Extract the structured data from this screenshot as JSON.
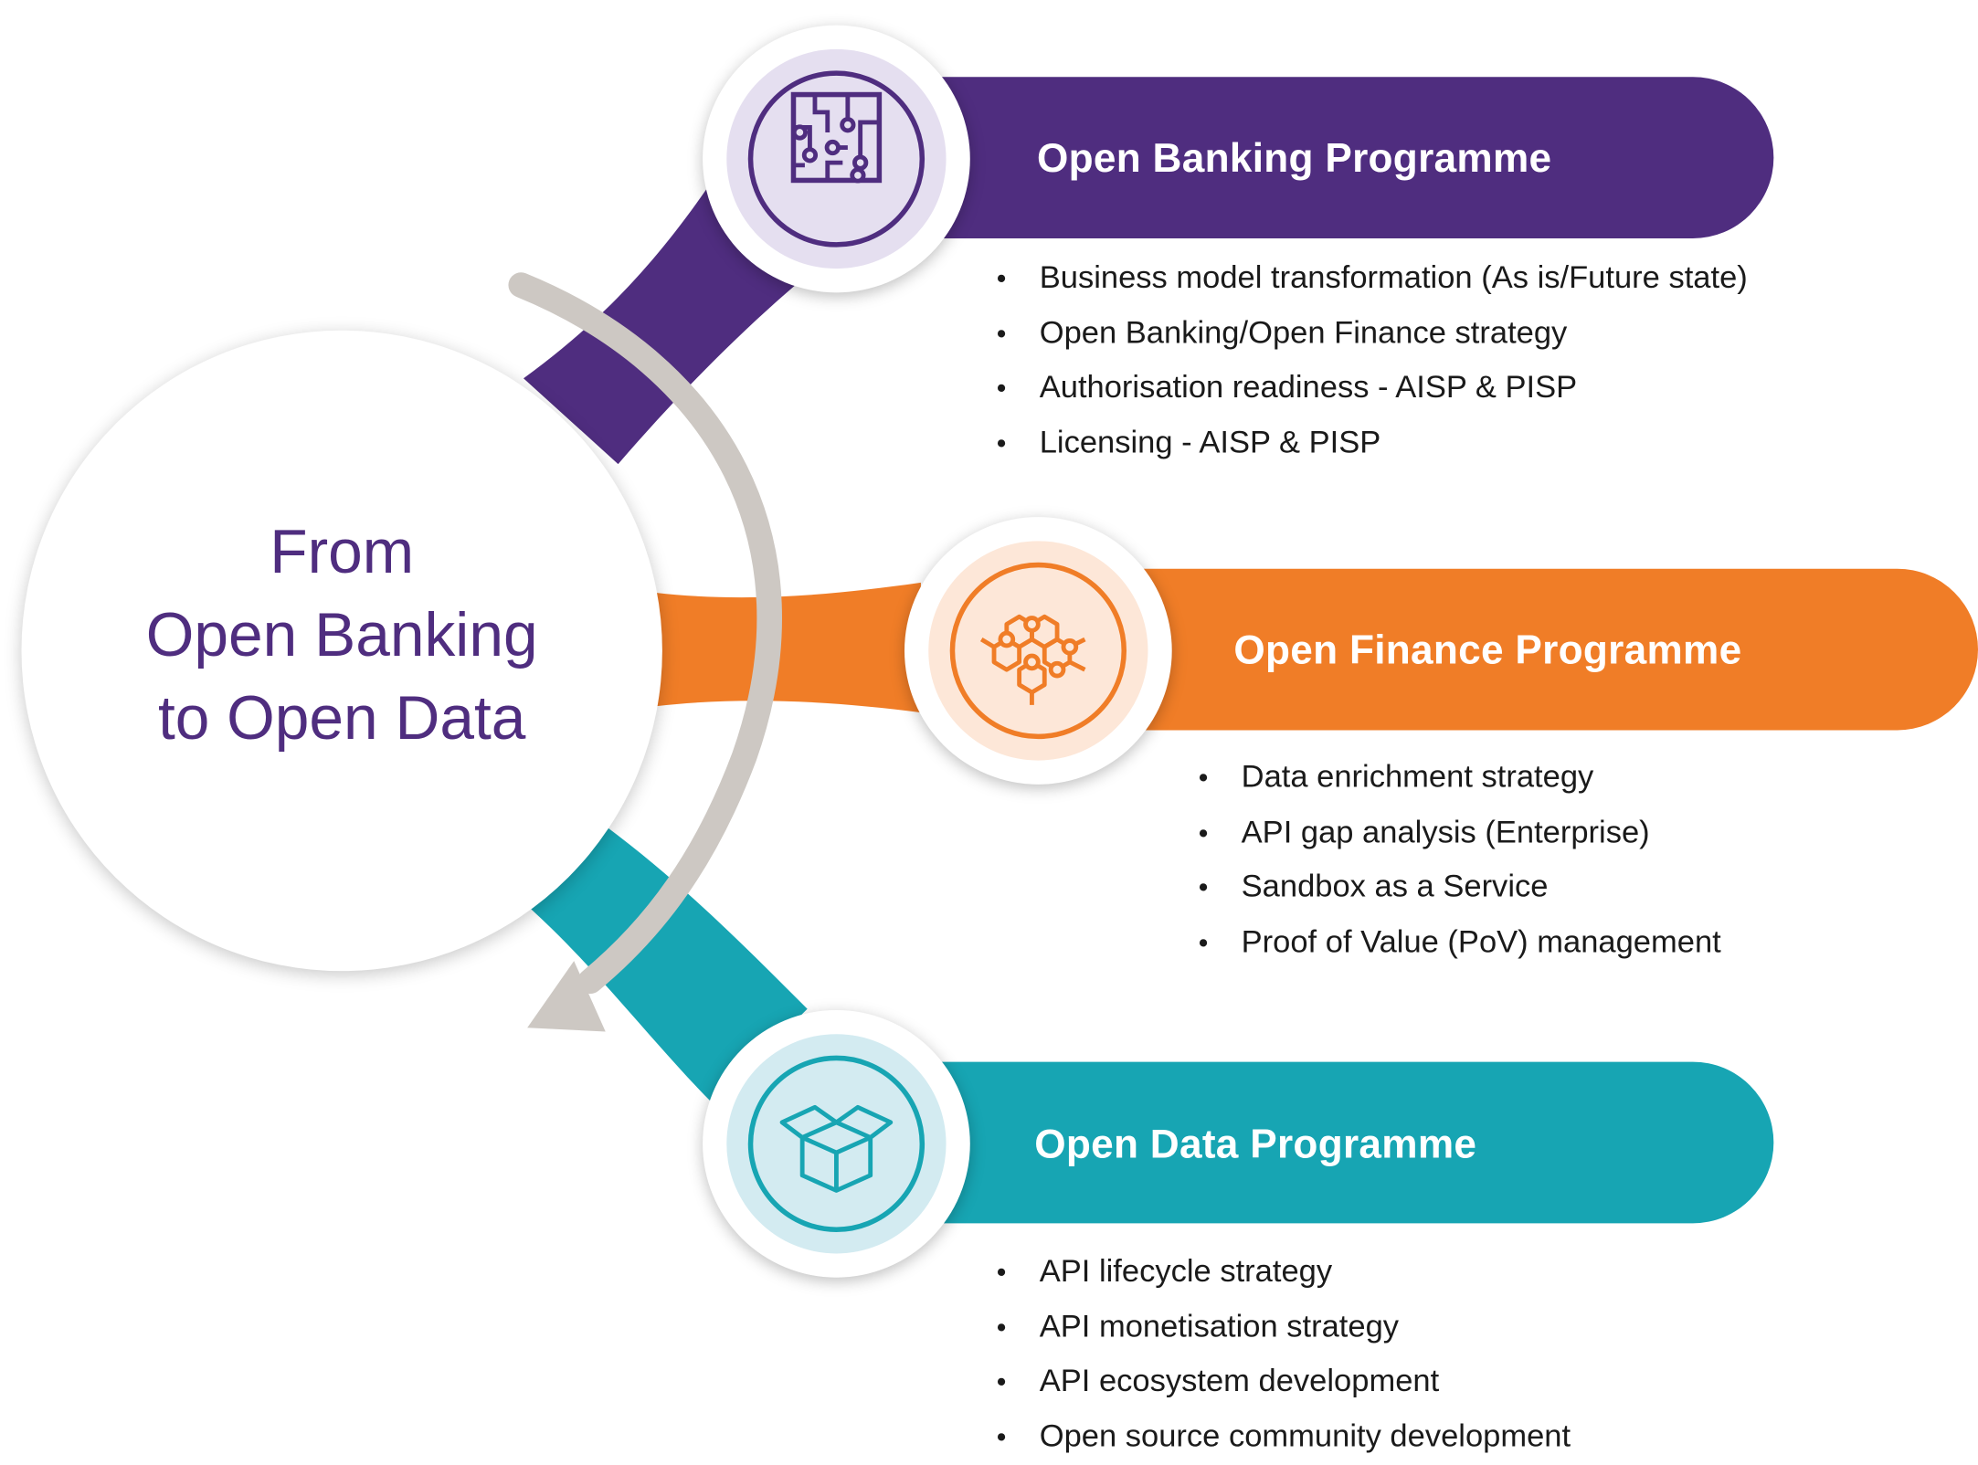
{
  "center": {
    "lines": [
      "From",
      "Open Banking",
      "to Open Data"
    ]
  },
  "programmes": [
    {
      "title": "Open Banking Programme",
      "icon": "circuit-board-icon",
      "color": "#4f2d7f",
      "icon_bg": "#e5dff0",
      "items": [
        "Business model transformation (As is/Future state)",
        "Open Banking/Open Finance strategy",
        "Authorisation readiness - AISP & PISP",
        "Licensing - AISP & PISP"
      ]
    },
    {
      "title": "Open Finance Programme",
      "icon": "hexagon-network-icon",
      "color": "#f07d27",
      "icon_bg": "#fde7d8",
      "items": [
        "Data enrichment strategy",
        "API gap analysis (Enterprise)",
        "Sandbox as a Service",
        "Proof of Value (PoV) management"
      ]
    },
    {
      "title": "Open Data Programme",
      "icon": "open-box-icon",
      "color": "#17a5b3",
      "icon_bg": "#d3ebf1",
      "items": [
        "API lifecycle strategy",
        "API monetisation strategy",
        "API ecosystem development",
        "Open source community development"
      ]
    }
  ],
  "colors": {
    "arrow": "#cdc8c3",
    "center_text": "#4f2d7f"
  }
}
